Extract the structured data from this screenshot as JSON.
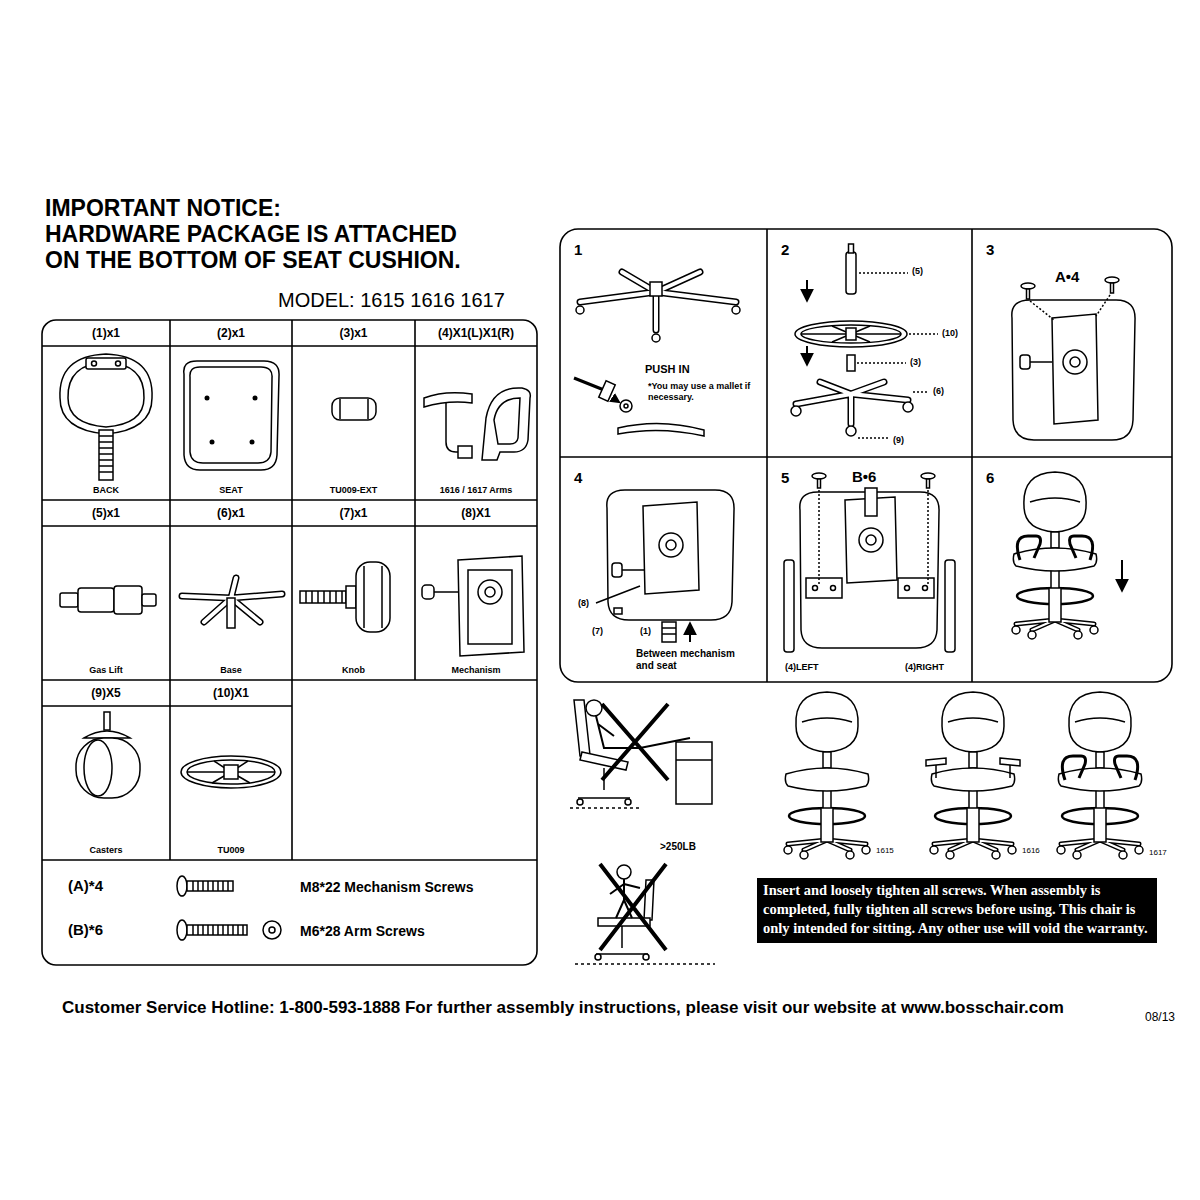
{
  "diagram": {
    "title": "IMPORTANT NOTICE:",
    "nodes": [
      {
        "text": [
          "(1)x1",
          "BACK"
        ]
      },
      {
        "text": [
          "(2)x1",
          "SEAT"
        ]
      },
      {
        "text": [
          "(3)x1",
          "TU009-EXT"
        ]
      },
      {
        "text": [
          "(4)X1(L)X1(R)",
          "1616 / 1617 Arms"
        ]
      },
      {
        "text": [
          "(5)x1",
          "Gas Lift"
        ]
      },
      {
        "text": [
          "(6)x1",
          "Base"
        ]
      },
      {
        "text": [
          "(7)x1",
          "Knob"
        ]
      },
      {
        "text": [
          "(8)X1",
          "Mechanism"
        ]
      },
      {
        "text": [
          "(9)X5",
          "Casters"
        ]
      },
      {
        "text": [
          "(10)X1",
          "TU009"
        ]
      },
      {
        "text": [
          "1",
          "PUSH IN",
          "*You may use a mallet if necessary."
        ]
      },
      {
        "text": [
          "2",
          "(5)",
          "(10)",
          "(3)",
          "(6)",
          "(9)"
        ]
      },
      {
        "text": [
          "3",
          "A•4"
        ]
      },
      {
        "text": [
          "4",
          "(8)",
          "(7)",
          "(1)",
          "Between mechanism and seat"
        ]
      },
      {
        "text": [
          "5",
          "B•6",
          "(4)LEFT",
          "(4)RIGHT"
        ]
      },
      {
        "text": [
          "6"
        ]
      },
      {
        "text": [
          "Insert and loosely tighten all screws. When assembly is completed, fully tighten all screws before using. This chair is only intended for sitting. Any other use will void the warranty."
        ]
      }
    ],
    "labels": [
      "HARDWARE PACKAGE IS ATTACHED ON THE BOTTOM OF SEAT CUSHION.",
      "MODEL: 1615 1616 1617",
      "(A)*4",
      "M8*22 Mechanism Screws",
      "(B)*6",
      "M6*28 Arm Screws",
      ">250LB",
      "1615",
      "1616",
      "1617",
      "Customer Service Hotline: 1-800-593-1888 For further assembly instructions, please visit our website at www.bosschair.com",
      "08/13"
    ]
  }
}
